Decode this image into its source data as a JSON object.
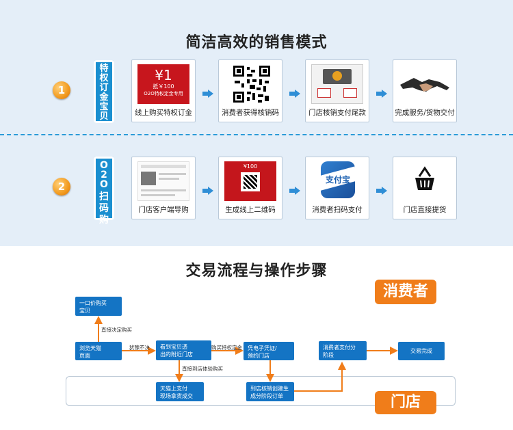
{
  "section1": {
    "title": "简洁高效的销售模式"
  },
  "section2": {
    "title": "交易流程与操作步骤"
  },
  "row1": {
    "number": "1",
    "tag_chars": [
      "特",
      "权",
      "订",
      "金",
      "宝",
      "贝"
    ],
    "cards": [
      {
        "caption": "线上购买特权订金",
        "price": "¥1",
        "sub1": "抵￥100",
        "sub2": "O2O特权定金专用"
      },
      {
        "caption": "消费者获得核销码"
      },
      {
        "caption": "门店核销支付尾款"
      },
      {
        "caption": "完成服务/货物交付"
      }
    ]
  },
  "row2": {
    "number": "2",
    "tag_chars": [
      "O",
      "2",
      "O",
      "扫",
      "码",
      "购"
    ],
    "cards": [
      {
        "caption": "门店客户端导购"
      },
      {
        "caption": "生成线上二维码",
        "price": "¥100"
      },
      {
        "caption": "消费者扫码支付",
        "logo": "支付宝"
      },
      {
        "caption": "门店直接提货"
      }
    ]
  },
  "flow": {
    "boxes": {
      "buy_item": [
        "一口价购买",
        "宝贝"
      ],
      "browse": [
        "浏览天猫",
        "页面"
      ],
      "see_store": [
        "看到宝贝透",
        "出的附近门店"
      ],
      "voucher": [
        "凭电子凭证/",
        "预约门店"
      ],
      "consumer_pay": [
        "消费者支付分",
        "阶段"
      ],
      "done": [
        "交易完成"
      ],
      "pay_online": [
        "天猫上支付",
        "现场拿货成交"
      ],
      "store_order": [
        "到店核销创建生",
        "成分阶段订单"
      ]
    },
    "labels": {
      "direct_buy": "直接决定购买",
      "consult": "犹豫不决",
      "buy_deposit": "购买特权定金",
      "direct_store": "直接到店体验购买"
    },
    "consumer_badge": "消费者",
    "store_badge": "门店"
  }
}
